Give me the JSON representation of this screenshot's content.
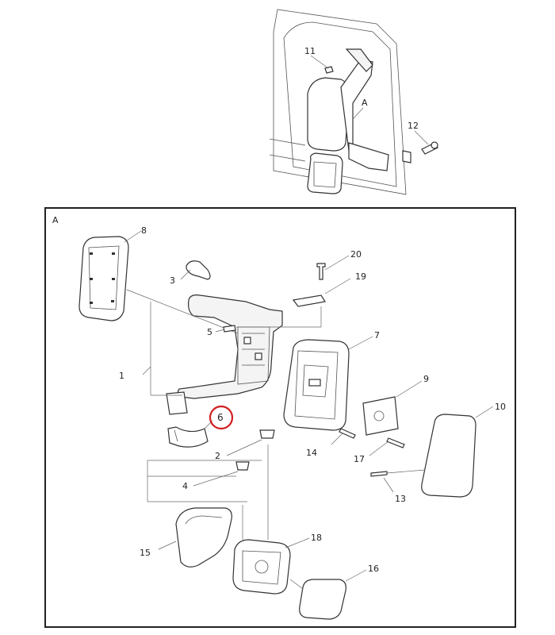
{
  "highlight_color": "#d21f1f",
  "detail_view": {
    "label": "A"
  },
  "overview": {
    "view_ref": "A",
    "callouts": [
      "11",
      "12"
    ]
  },
  "parts": {
    "p1": "1",
    "p2": "2",
    "p3": "3",
    "p4": "4",
    "p5": "5",
    "p6": "6",
    "p7": "7",
    "p8": "8",
    "p9": "9",
    "p10": "10",
    "p11": "11",
    "p12": "12",
    "p13": "13",
    "p14": "14",
    "p15": "15",
    "p16": "16",
    "p17": "17",
    "p18": "18",
    "p19": "19",
    "p20": "20"
  },
  "highlighted_part": "6"
}
